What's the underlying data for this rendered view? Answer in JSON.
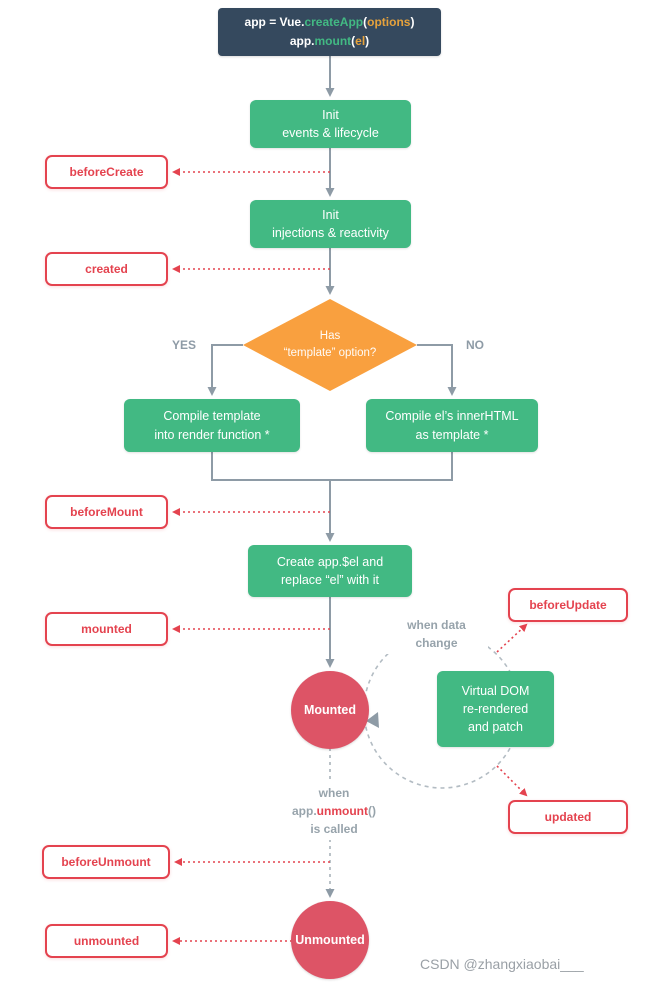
{
  "header": {
    "l1a": "app = Vue.",
    "l1b": "createApp",
    "l1c": "(",
    "l1d": "options",
    "l1e": ")",
    "l2a": "app.",
    "l2b": "mount",
    "l2c": "(",
    "l2d": "el",
    "l2e": ")"
  },
  "nodes": {
    "init_events": {
      "line1": "Init",
      "line2": "events & lifecycle"
    },
    "init_injections": {
      "line1": "Init",
      "line2": "injections & reactivity"
    },
    "has_template": {
      "line1": "Has",
      "line2": "“template” option?"
    },
    "compile_template": {
      "line1": "Compile template",
      "line2": "into render function *"
    },
    "compile_el": {
      "line1": "Compile el’s innerHTML",
      "line2": "as template *"
    },
    "create_el": {
      "line1": "Create app.$el and",
      "line2": "replace “el” with it"
    },
    "virtual_dom": {
      "line1": "Virtual DOM",
      "line2": "re-rendered",
      "line3": "and patch"
    },
    "mounted_circle": "Mounted",
    "unmounted_circle": "Unmounted"
  },
  "hooks": {
    "beforeCreate": "beforeCreate",
    "created": "created",
    "beforeMount": "beforeMount",
    "mounted": "mounted",
    "beforeUpdate": "beforeUpdate",
    "updated": "updated",
    "beforeUnmount": "beforeUnmount",
    "unmounted": "unmounted"
  },
  "labels": {
    "yes": "YES",
    "no": "NO",
    "when_data_line1": "when data",
    "when_data_line2": "change",
    "unmount_line1": "when",
    "unmount_line2a": "app.",
    "unmount_line2b": "unmount",
    "unmount_line2c": "()",
    "unmount_line3": "is called"
  },
  "watermark": "CSDN @zhangxiaobai___",
  "colors": {
    "vue_green": "#42b983",
    "vue_navy": "#35495e",
    "diamond_orange": "#f9a03f",
    "circle_red": "#dd5466",
    "hook_red": "#e4434f",
    "line_gray": "#8e9ba6",
    "code_orange": "#e6a23c"
  }
}
